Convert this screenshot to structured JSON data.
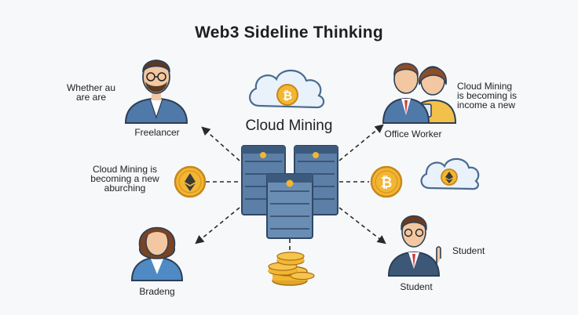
{
  "title": "Web3 Sideline Thinking",
  "center": {
    "label": "Cloud Mining"
  },
  "nodes": {
    "freelancer": {
      "name": "Freelancer",
      "note": [
        "Whether au",
        "are are"
      ]
    },
    "office_worker": {
      "name": "Office Worker",
      "note": [
        "Cloud Mining",
        "is becoming is",
        "income a new"
      ]
    },
    "bradeng": {
      "name": "Bradeng"
    },
    "student": {
      "name": "Student",
      "side_label": "Student"
    },
    "left_note": [
      "Cloud Mining is",
      "becoming a new",
      "aburching"
    ]
  },
  "icons": [
    "cloud-bitcoin-icon",
    "server-stack-icon",
    "ethereum-coin-icon",
    "bitcoin-coin-icon",
    "cloud-ethereum-icon",
    "coin-stack-icon"
  ],
  "colors": {
    "server_blue": "#5b7fa6",
    "server_dark": "#3c5a7d",
    "coin_gold": "#f2b632",
    "coin_dark": "#c8871a",
    "cloud_fill": "#e9f2fb",
    "cloud_stroke": "#4a6b8f"
  }
}
